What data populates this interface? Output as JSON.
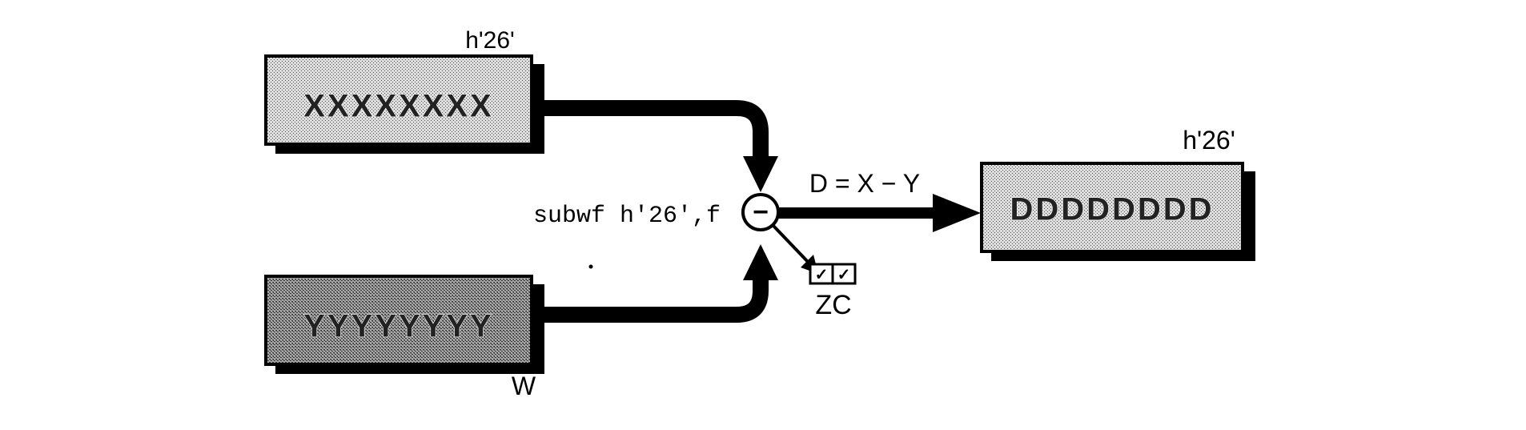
{
  "top_register": {
    "address_label": "h'26'",
    "content": "XXXXXXXX"
  },
  "bottom_register": {
    "name_label": "W",
    "content": "YYYYYYYY"
  },
  "operator": {
    "symbol": "−",
    "instruction": "subwf h'26',f"
  },
  "result": {
    "equation": "D = X − Y",
    "address_label": "h'26'",
    "content": "DDDDDDDD"
  },
  "flags": {
    "label": "ZC",
    "z_mark": "✓",
    "c_mark": "✓"
  },
  "colors": {
    "light_fill": "#cfcfcf",
    "dark_fill": "#8f8f8f",
    "ink": "#000000"
  }
}
